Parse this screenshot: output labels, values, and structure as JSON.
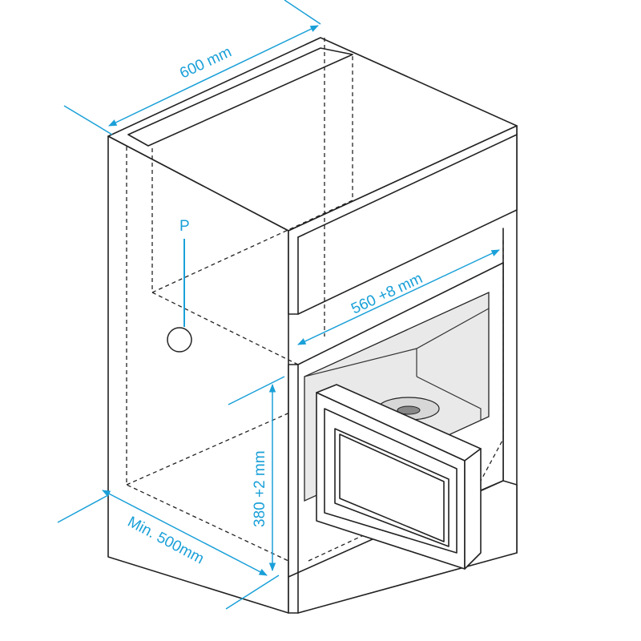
{
  "labels": {
    "width": "600 mm",
    "niche_width": "560 +8 mm",
    "niche_height": "380 +2 mm",
    "depth": "Min. 500mm",
    "socket": "P"
  },
  "colors": {
    "dimension": "#1aa0d8",
    "outline": "#222222",
    "shade": "#e9e9e9"
  }
}
